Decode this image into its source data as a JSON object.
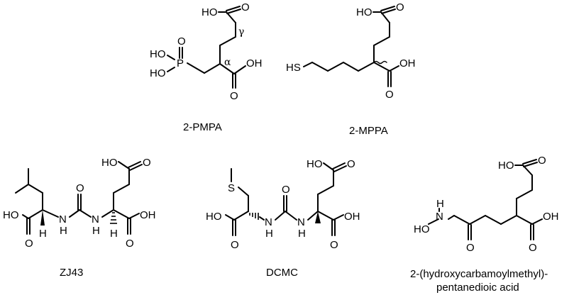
{
  "atoms": {
    "HO": "HO",
    "OH": "OH",
    "O": "O",
    "P": "P",
    "HS": "HS",
    "S": "S",
    "N": "N",
    "H": "H",
    "gamma": "γ",
    "alpha": "α"
  },
  "captions": {
    "pmpa": "2-PMPA",
    "mppa": "2-MPPA",
    "zj43": "ZJ43",
    "dcmc": "DCMC",
    "hcmpa_line1": "2-(hydroxycarbamoylmethyl)-",
    "hcmpa_line2": "pentanedioic acid"
  }
}
